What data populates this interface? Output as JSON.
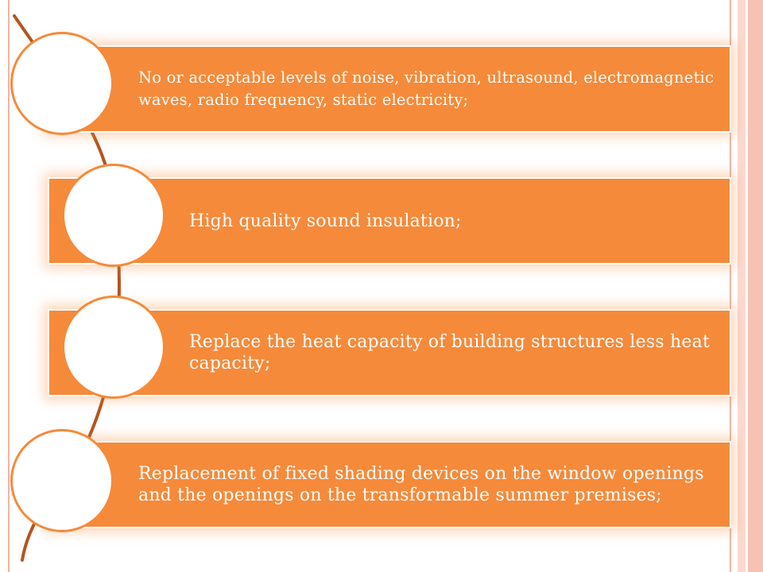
{
  "diagram": {
    "items": [
      {
        "text": "No or acceptable levels of noise, vibration, ultrasound, electromagnetic waves, radio frequency, static electricity;"
      },
      {
        "text": "High quality sound insulation;"
      },
      {
        "text": "Replace the heat capacity of building structures less heat capacity;"
      },
      {
        "text": "Replacement of fixed shading devices on the window openings and the openings on the transformable summer premises;"
      }
    ]
  },
  "colors": {
    "accent": "#f58a3a",
    "connector": "#b5541e",
    "frame": "#f2b3a6"
  }
}
